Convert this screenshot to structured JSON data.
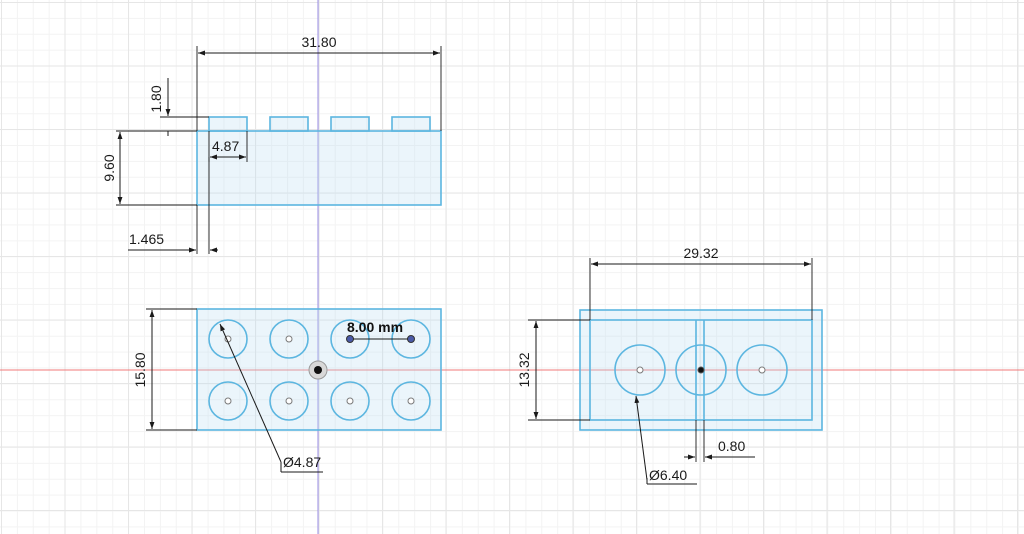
{
  "dimensions": {
    "top_width": "31.80",
    "stud_height": "1.80",
    "body_height": "9.60",
    "stud_width": "4.87",
    "stud_offset": "1.465",
    "plan_height": "15.80",
    "stud_pitch": "8.00 mm",
    "stud_diameter": "Ø4.87",
    "bottom_width": "29.32",
    "bottom_height": "13.32",
    "rib_width": "0.80",
    "tube_diameter": "Ø6.40"
  },
  "colors": {
    "sketch_line": "#5cb6e0",
    "sketch_fill": "#bedef2",
    "dimension": "#1a1a1a",
    "axis_x": "#f07a7a",
    "axis_y": "#9a8ce6",
    "grid_major": "#e6e6e6",
    "grid_minor": "#f3f3f3"
  }
}
